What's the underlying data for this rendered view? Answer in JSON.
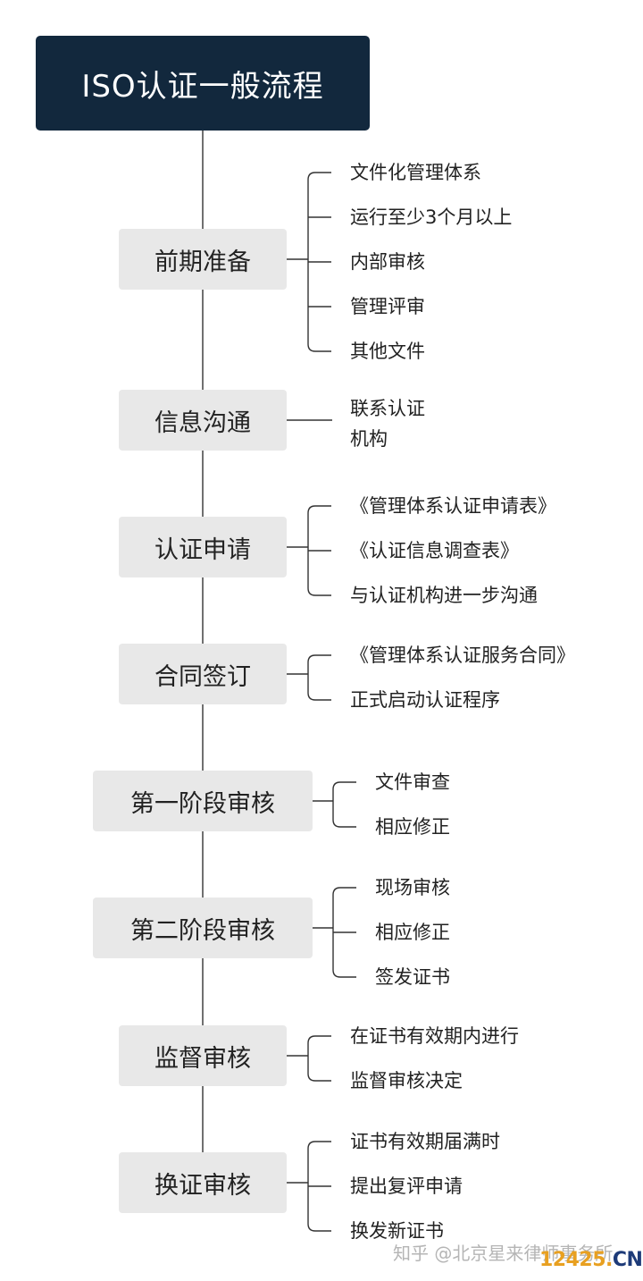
{
  "title": "ISO认证一般流程",
  "stages": [
    {
      "label": "前期准备",
      "items": [
        "文件化管理体系",
        "运行至少3个月以上",
        "内部审核",
        "管理评审",
        "其他文件"
      ]
    },
    {
      "label": "信息沟通",
      "items": [
        "联系认证",
        "机构"
      ]
    },
    {
      "label": "认证申请",
      "items": [
        "《管理体系认证申请表》",
        "《认证信息调查表》",
        "与认证机构进一步沟通"
      ]
    },
    {
      "label": "合同签订",
      "items": [
        "《管理体系认证服务合同》",
        "正式启动认证程序"
      ]
    },
    {
      "label": "第一阶段审核",
      "items": [
        "文件审查",
        "相应修正"
      ]
    },
    {
      "label": "第二阶段审核",
      "items": [
        "现场审核",
        "相应修正",
        "签发证书"
      ]
    },
    {
      "label": "监督审核",
      "items": [
        "在证书有效期内进行",
        "监督审核决定"
      ]
    },
    {
      "label": "换证审核",
      "items": [
        "证书有效期届满时",
        "提出复评申请",
        "换发新证书"
      ]
    }
  ],
  "watermark": "知乎 @北京星来律师事务所",
  "site_logo": {
    "main": "12425",
    "dot": ".",
    "suffix": "CN"
  },
  "colors": {
    "title_bg": "#12283d",
    "stage_bg": "#e8e8e8",
    "line": "#333333"
  }
}
